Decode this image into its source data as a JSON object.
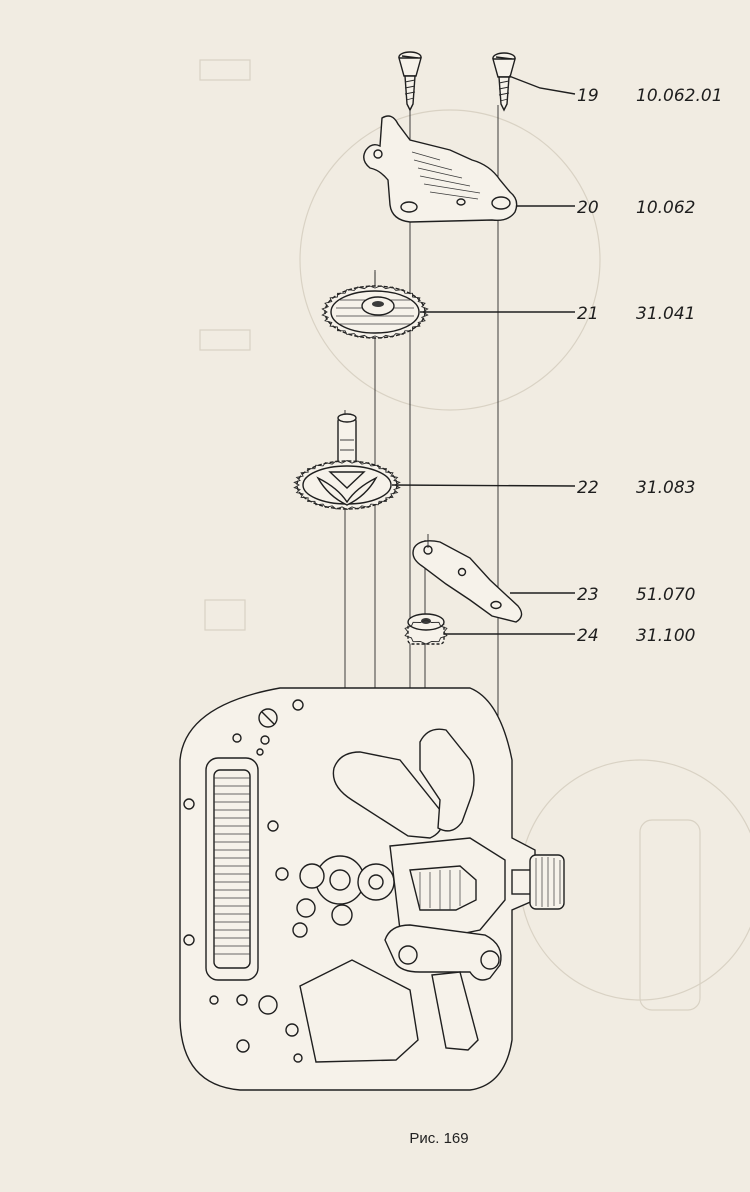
{
  "callouts": [
    {
      "number": "19",
      "code": "10.062.01"
    },
    {
      "number": "20",
      "code": "10.062"
    },
    {
      "number": "21",
      "code": "31.041"
    },
    {
      "number": "22",
      "code": "31.083"
    },
    {
      "number": "23",
      "code": "51.070"
    },
    {
      "number": "24",
      "code": "31.100"
    }
  ],
  "caption": "Рис. 169"
}
